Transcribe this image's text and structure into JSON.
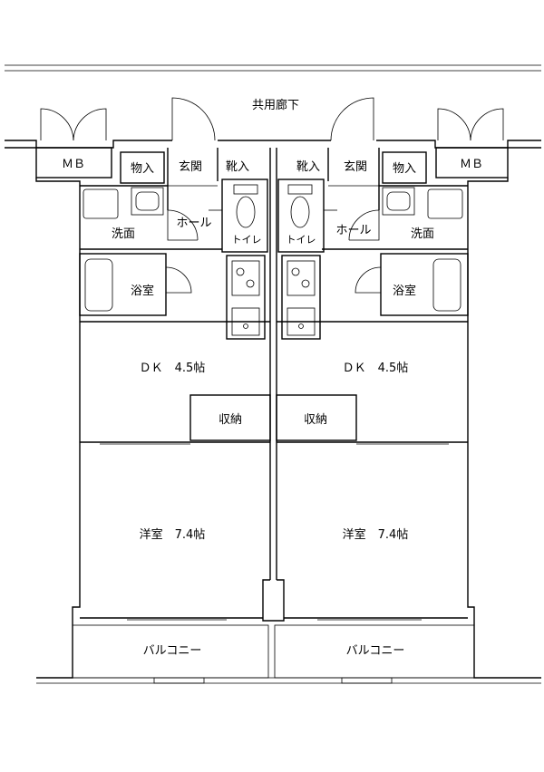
{
  "corridor": "共用廊下",
  "units": [
    {
      "mb": "ＭＢ",
      "storage": "物入",
      "entrance": "玄関",
      "shoe": "靴入",
      "hall": "ホール",
      "toilet": "トイレ",
      "washroom": "洗面",
      "bath": "浴室",
      "dk": "ＤＫ　4.5帖",
      "closet": "収納",
      "western": "洋室　7.4帖",
      "balcony": "バルコニー"
    },
    {
      "mb": "ＭＢ",
      "storage": "物入",
      "entrance": "玄関",
      "shoe": "靴入",
      "hall": "ホール",
      "toilet": "トイレ",
      "washroom": "洗面",
      "bath": "浴室",
      "dk": "ＤＫ　4.5帖",
      "closet": "収納",
      "western": "洋室　7.4帖",
      "balcony": "バルコニー"
    }
  ]
}
